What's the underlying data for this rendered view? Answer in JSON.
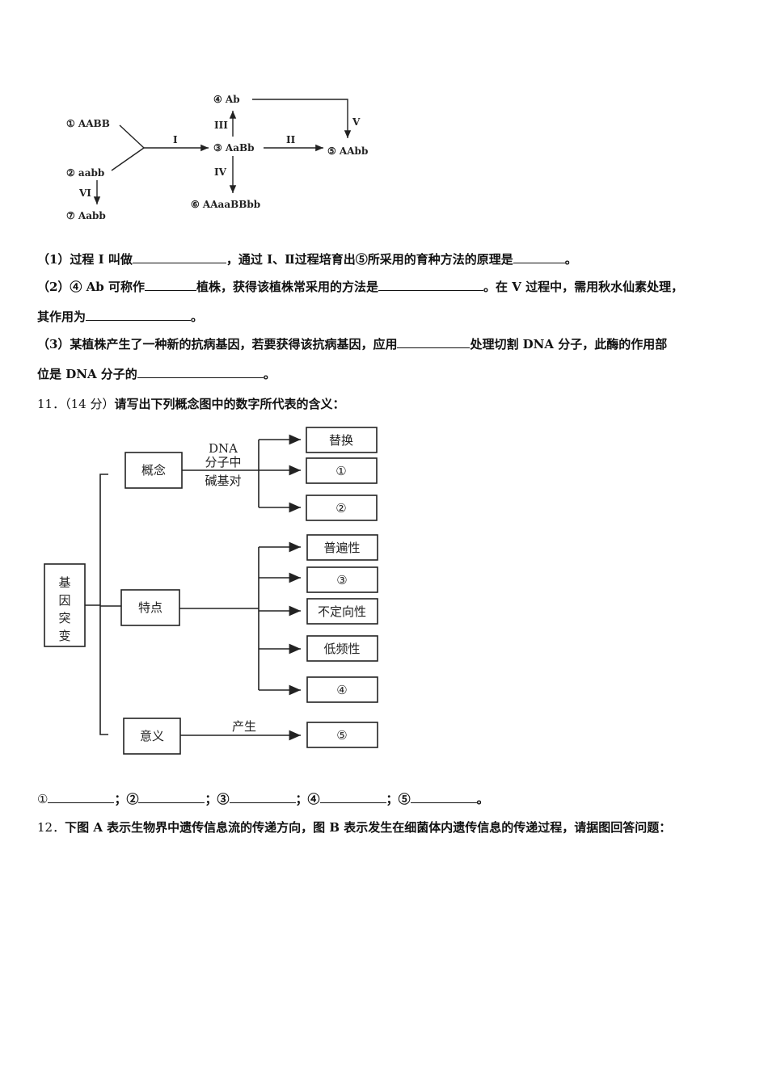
{
  "diagram1": {
    "nodes": {
      "n1": "① AABB",
      "n2": "② aabb",
      "n3": "③ AaBb",
      "n4": "④ Ab",
      "n5": "⑤ AAbb",
      "n6": "⑥ AAaaBBbb",
      "n7": "⑦ Aabb"
    },
    "edges": {
      "I": "I",
      "II": "II",
      "III": "III",
      "IV": "IV",
      "V": "V",
      "VI": "VI"
    }
  },
  "q10": {
    "p1": {
      "a": "（1）过程 I 叫做",
      "b": "，通过 I、Ⅱ过程培育出⑤所采用的育种方法的原理是",
      "c": "。"
    },
    "p2": {
      "a": "（2）④ Ab 可称作",
      "b": "植株，获得该植株常采用的方法是",
      "c": "。在 V 过程中，需用秋水仙素处理，",
      "d": "其作用为",
      "e": "。"
    },
    "p3": {
      "a": "（3）某植株产生了一种新的抗病基因，若要获得该抗病基因，应用",
      "b": "处理切割 DNA 分子，此酶的作用部",
      "c": "位是 DNA 分子的",
      "d": "。"
    }
  },
  "q11": {
    "number": "11．",
    "score": "（14 分）",
    "text": "请写出下列概念图中的数字所代表的含义：",
    "diagram": {
      "root": [
        "基",
        "因",
        "突",
        "变"
      ],
      "concept": "概念",
      "feature": "特点",
      "meaning": "意义",
      "edge_label": [
        "DNA",
        "分子中",
        "碱基对"
      ],
      "produce": "产生",
      "c1": "替换",
      "c2": "①",
      "c3": "②",
      "f1": "普遍性",
      "f2": "③",
      "f3": "不定向性",
      "f4": "低频性",
      "f5": "④",
      "m1": "⑤"
    },
    "answers": {
      "a1": "①",
      "a2": "②",
      "a3": "③",
      "a4": "④",
      "a5": "⑤",
      "sep": "；",
      "end": "。"
    }
  },
  "q12": {
    "number": "12．",
    "text": "下图 A 表示生物界中遗传信息流的传递方向，图 B 表示发生在细菌体内遗传信息的传递过程，请据图回答问题："
  }
}
